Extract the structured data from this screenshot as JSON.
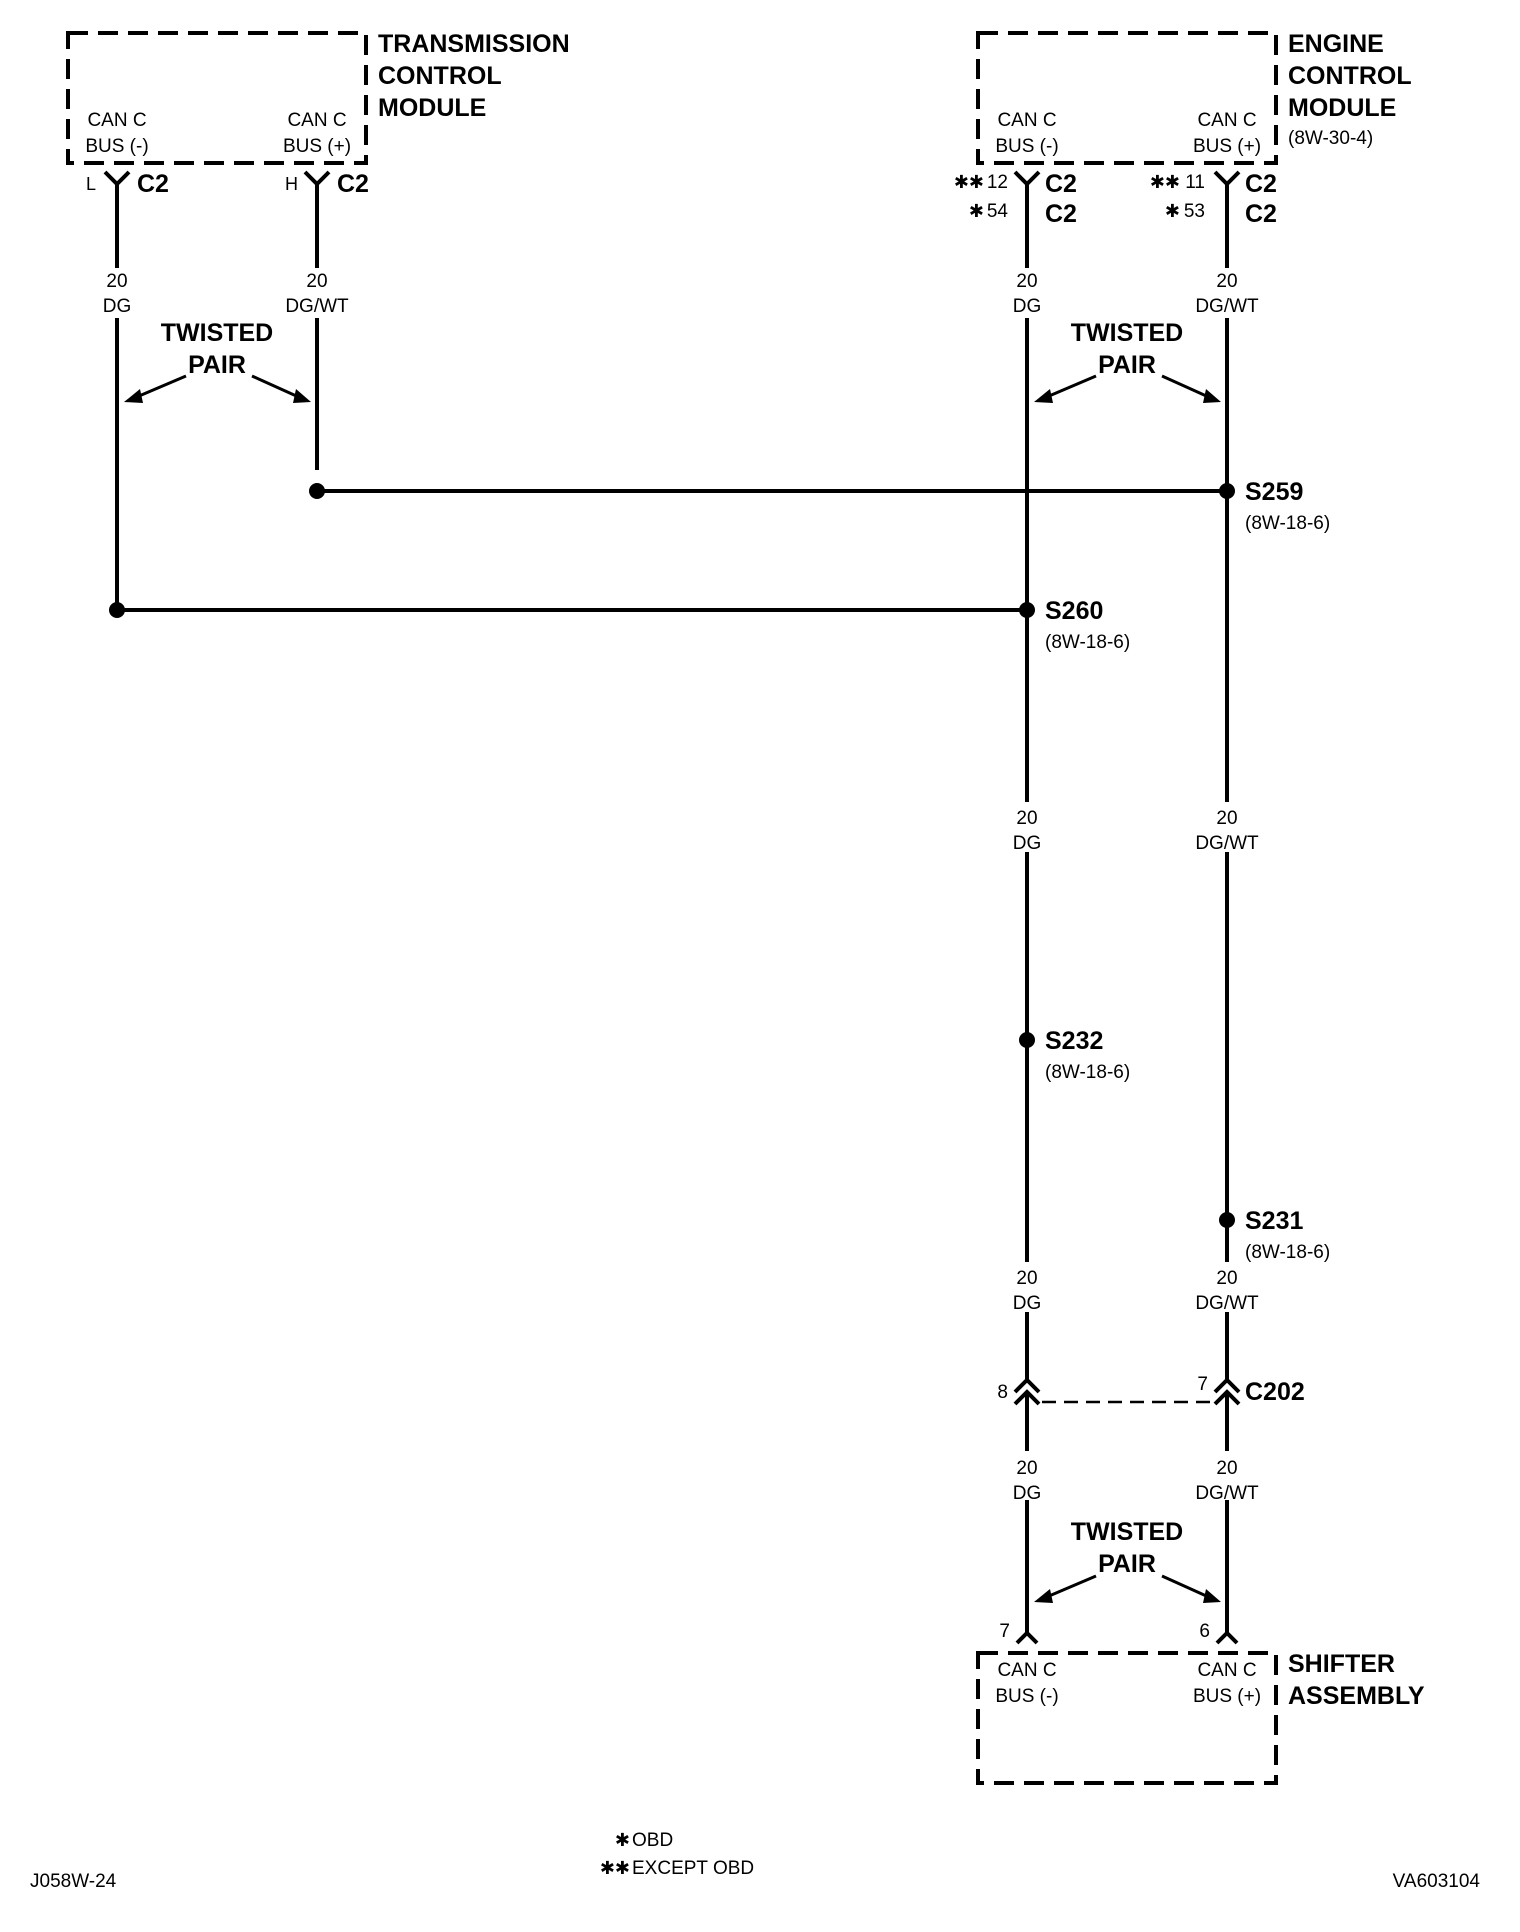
{
  "modules": {
    "tcm": {
      "name_lines": [
        "TRANSMISSION",
        "CONTROL",
        "MODULE"
      ],
      "pin_left": [
        "CAN C",
        "BUS (-)"
      ],
      "pin_right": [
        "CAN C",
        "BUS (+)"
      ]
    },
    "ecm": {
      "name_lines": [
        "ENGINE",
        "CONTROL",
        "MODULE"
      ],
      "ref": "(8W-30-4)",
      "pin_left": [
        "CAN C",
        "BUS (-)"
      ],
      "pin_right": [
        "CAN C",
        "BUS (+)"
      ]
    },
    "shifter": {
      "name_lines": [
        "SHIFTER",
        "ASSEMBLY"
      ],
      "pin_left": [
        "CAN C",
        "BUS (-)"
      ],
      "pin_right": [
        "CAN C",
        "BUS (+)"
      ]
    }
  },
  "connectors": {
    "tcm_left": {
      "pin": "L",
      "name": "C2"
    },
    "tcm_right": {
      "pin": "H",
      "name": "C2"
    },
    "ecm_left": {
      "pins": [
        "12",
        "54"
      ],
      "marks": [
        "✱✱",
        "✱"
      ],
      "names": [
        "C2",
        "C2"
      ]
    },
    "ecm_right": {
      "pins": [
        "11",
        "53"
      ],
      "marks": [
        "✱✱",
        "✱"
      ],
      "names": [
        "C2",
        "C2"
      ]
    },
    "c202": {
      "name": "C202",
      "pin_left": "8",
      "pin_right": "7"
    },
    "shifter_left": {
      "pin": "7"
    },
    "shifter_right": {
      "pin": "6"
    }
  },
  "wires": {
    "dg": {
      "gauge": "20",
      "color": "DG"
    },
    "dgwt": {
      "gauge": "20",
      "color": "DG/WT"
    }
  },
  "twisted_pair": [
    "TWISTED",
    "PAIR"
  ],
  "splices": {
    "s259": {
      "name": "S259",
      "ref": "(8W-18-6)"
    },
    "s260": {
      "name": "S260",
      "ref": "(8W-18-6)"
    },
    "s232": {
      "name": "S232",
      "ref": "(8W-18-6)"
    },
    "s231": {
      "name": "S231",
      "ref": "(8W-18-6)"
    }
  },
  "legend": {
    "obd": {
      "mark": "✱",
      "text": "OBD"
    },
    "except_obd": {
      "mark": "✱✱",
      "text": "EXCEPT OBD"
    }
  },
  "footer": {
    "left": "J058W-24",
    "right": "VA603104"
  }
}
